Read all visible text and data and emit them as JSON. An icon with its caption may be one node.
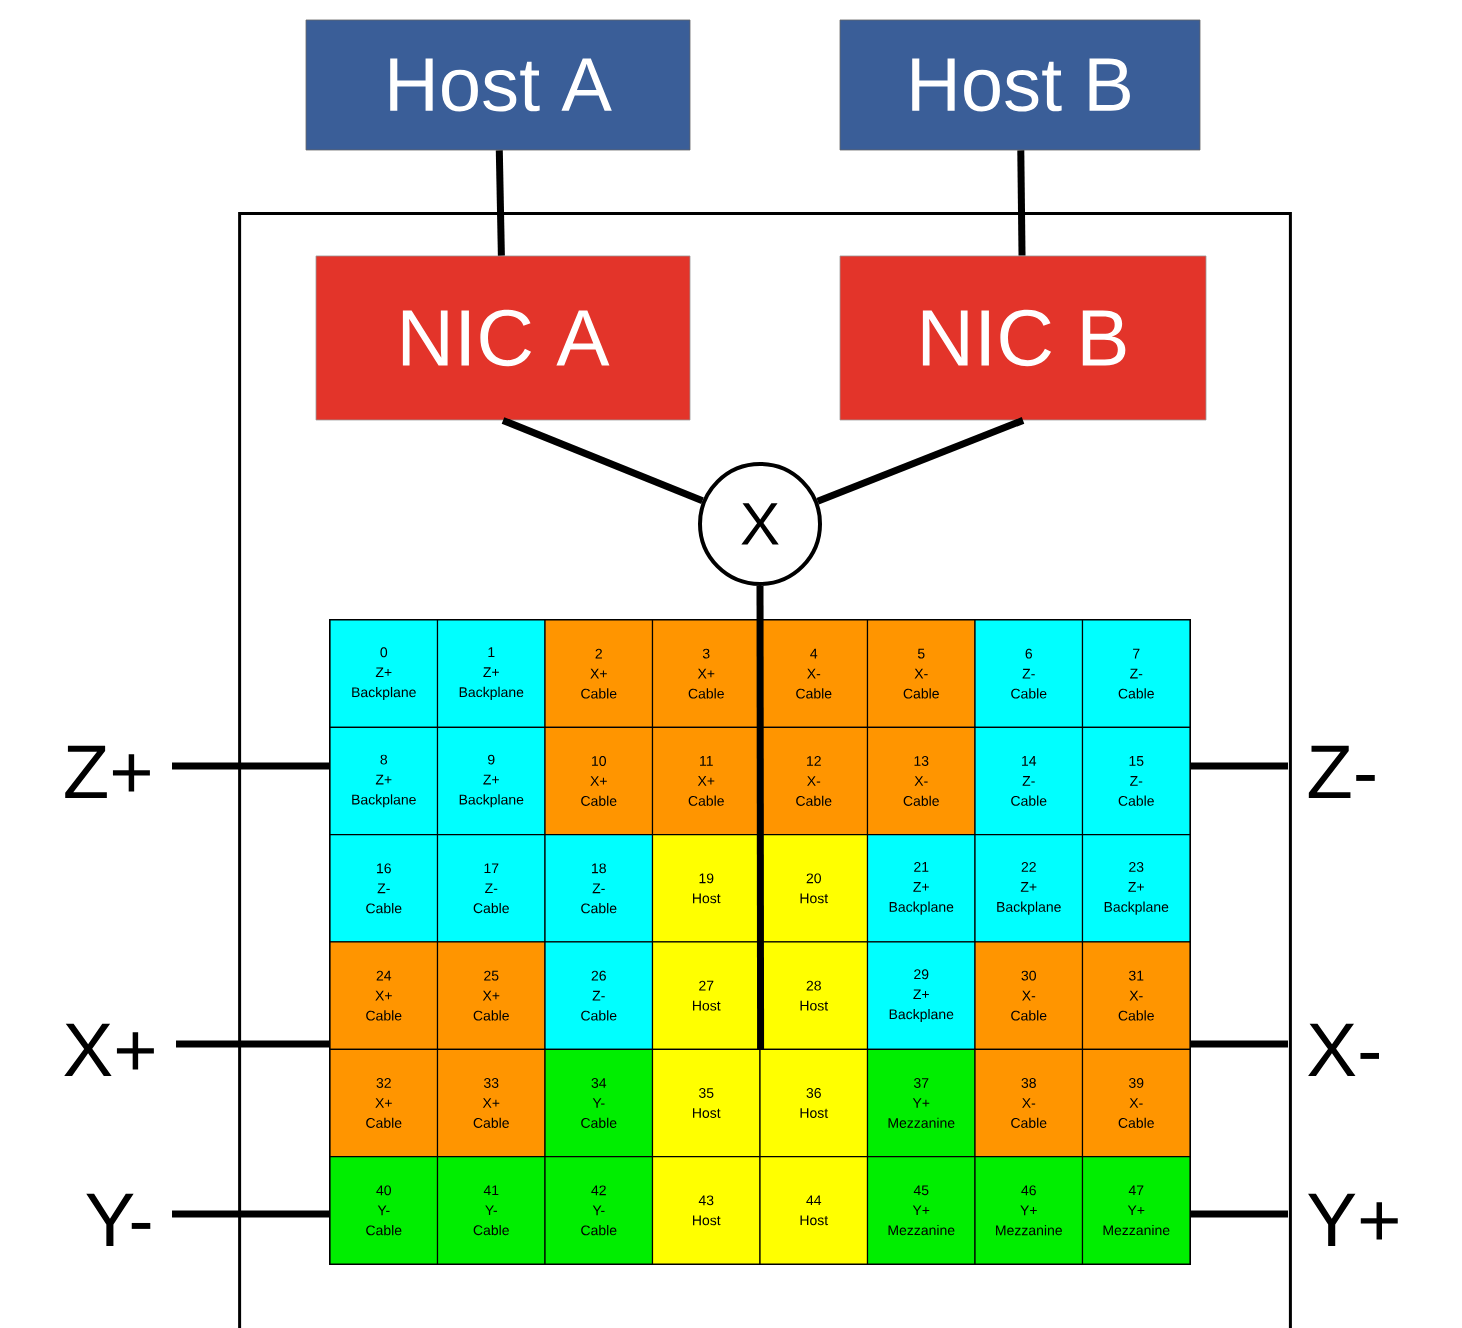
{
  "diagram": {
    "nodes": [
      {
        "text": [
          "Host A"
        ]
      },
      {
        "text": [
          "Host B"
        ]
      },
      {
        "text": [],
        "shape": "box"
      },
      {
        "text": [
          "NIC A"
        ],
        "in": 2
      },
      {
        "text": [
          "NIC B"
        ],
        "in": 2
      },
      {
        "text": [
          "X"
        ],
        "in": 2
      },
      {
        "text": [],
        "shape": "box",
        "in": 2
      },
      {
        "text": [
          "0",
          "Z+",
          "Backplane"
        ],
        "in": 6
      },
      {
        "text": [
          "1",
          "Z+",
          "Backplane"
        ],
        "in": 6
      },
      {
        "text": [
          "2",
          "X+",
          "Cable"
        ],
        "in": 6
      },
      {
        "text": [
          "3",
          "X+",
          "Cable"
        ],
        "in": 6
      },
      {
        "text": [
          "4",
          "X-",
          "Cable"
        ],
        "in": 6
      },
      {
        "text": [
          "5",
          "X-",
          "Cable"
        ],
        "in": 6
      },
      {
        "text": [
          "6",
          "Z-",
          "Cable"
        ],
        "in": 6
      },
      {
        "text": [
          "7",
          "Z-",
          "Cable"
        ],
        "in": 6
      },
      {
        "text": [
          "8",
          "Z+",
          "Backplane"
        ],
        "in": 6
      },
      {
        "text": [
          "9",
          "Z+",
          "Backplane"
        ],
        "in": 6
      },
      {
        "text": [
          "10",
          "X+",
          "Cable"
        ],
        "in": 6
      },
      {
        "text": [
          "11",
          "X+",
          "Cable"
        ],
        "in": 6
      },
      {
        "text": [
          "12",
          "X-",
          "Cable"
        ],
        "in": 6
      },
      {
        "text": [
          "13",
          "X-",
          "Cable"
        ],
        "in": 6
      },
      {
        "text": [
          "14",
          "Z-",
          "Cable"
        ],
        "in": 6
      },
      {
        "text": [
          "15",
          "Z-",
          "Cable"
        ],
        "in": 6
      },
      {
        "text": [
          "16",
          "Z-",
          "Cable"
        ],
        "in": 6
      },
      {
        "text": [
          "17",
          "Z-",
          "Cable"
        ],
        "in": 6
      },
      {
        "text": [
          "18",
          "Z-",
          "Cable"
        ],
        "in": 6
      },
      {
        "text": [
          "19",
          "Host"
        ],
        "in": 6
      },
      {
        "text": [
          "20",
          "Host"
        ],
        "in": 6
      },
      {
        "text": [
          "21",
          "Z+",
          "Backplane"
        ],
        "in": 6
      },
      {
        "text": [
          "22",
          "Z+",
          "Backplane"
        ],
        "in": 6
      },
      {
        "text": [
          "23",
          "Z+",
          "Backplane"
        ],
        "in": 6
      },
      {
        "text": [
          "24",
          "X+",
          "Cable"
        ],
        "in": 6
      },
      {
        "text": [
          "25",
          "X+",
          "Cable"
        ],
        "in": 6
      },
      {
        "text": [
          "26",
          "Z-",
          "Cable"
        ],
        "in": 6
      },
      {
        "text": [
          "27",
          "Host"
        ],
        "in": 6
      },
      {
        "text": [
          "28",
          "Host"
        ],
        "in": 6
      },
      {
        "text": [
          "29",
          "Z+",
          "Backplane"
        ],
        "in": 6
      },
      {
        "text": [
          "30",
          "X-",
          "Cable"
        ],
        "in": 6
      },
      {
        "text": [
          "31",
          "X-",
          "Cable"
        ],
        "in": 6
      },
      {
        "text": [
          "32",
          "X+",
          "Cable"
        ],
        "in": 6
      },
      {
        "text": [
          "33",
          "X+",
          "Cable"
        ],
        "in": 6
      },
      {
        "text": [
          "34",
          "Y-",
          "Cable"
        ],
        "in": 6
      },
      {
        "text": [
          "35",
          "Host"
        ],
        "in": 6
      },
      {
        "text": [
          "36",
          "Host"
        ],
        "in": 6
      },
      {
        "text": [
          "37",
          "Y+",
          "Mezzanine"
        ],
        "in": 6
      },
      {
        "text": [
          "38",
          "X-",
          "Cable"
        ],
        "in": 6
      },
      {
        "text": [
          "39",
          "X-",
          "Cable"
        ],
        "in": 6
      },
      {
        "text": [
          "40",
          "Y-",
          "Cable"
        ],
        "in": 6
      },
      {
        "text": [
          "41",
          "Y-",
          "Cable"
        ],
        "in": 6
      },
      {
        "text": [
          "42",
          "Y-",
          "Cable"
        ],
        "in": 6
      },
      {
        "text": [
          "43",
          "Host"
        ],
        "in": 6
      },
      {
        "text": [
          "44",
          "Host"
        ],
        "in": 6
      },
      {
        "text": [
          "45",
          "Y+",
          "Mezzanine"
        ],
        "in": 6
      },
      {
        "text": [
          "46",
          "Y+",
          "Mezzanine"
        ],
        "in": 6
      },
      {
        "text": [
          "47",
          "Y+",
          "Mezzanine"
        ],
        "in": 6
      },
      {
        "text": [
          "Z+"
        ]
      },
      {
        "text": [
          "Z-"
        ]
      },
      {
        "text": [
          "X+"
        ]
      },
      {
        "text": [
          "X-"
        ]
      },
      {
        "text": [
          "Y-"
        ]
      },
      {
        "text": [
          "Y+"
        ]
      }
    ],
    "edges": [
      {
        "from": 0,
        "to": 3,
        "arrow": "none"
      },
      {
        "from": 1,
        "to": 4,
        "arrow": "none"
      },
      {
        "from": 3,
        "to": 5,
        "arrow": "none"
      },
      {
        "from": 4,
        "to": 5,
        "arrow": "none"
      },
      {
        "from": 5,
        "to": 34,
        "arrow": "none"
      },
      {
        "from": 55,
        "to": 6,
        "arrow": "none"
      },
      {
        "from": 56,
        "to": 6,
        "arrow": "none"
      },
      {
        "from": 57,
        "to": 6,
        "arrow": "none"
      },
      {
        "from": 58,
        "to": 6,
        "arrow": "none"
      },
      {
        "from": 59,
        "to": 6,
        "arrow": "none"
      },
      {
        "from": 60,
        "to": 6,
        "arrow": "none"
      }
    ]
  }
}
